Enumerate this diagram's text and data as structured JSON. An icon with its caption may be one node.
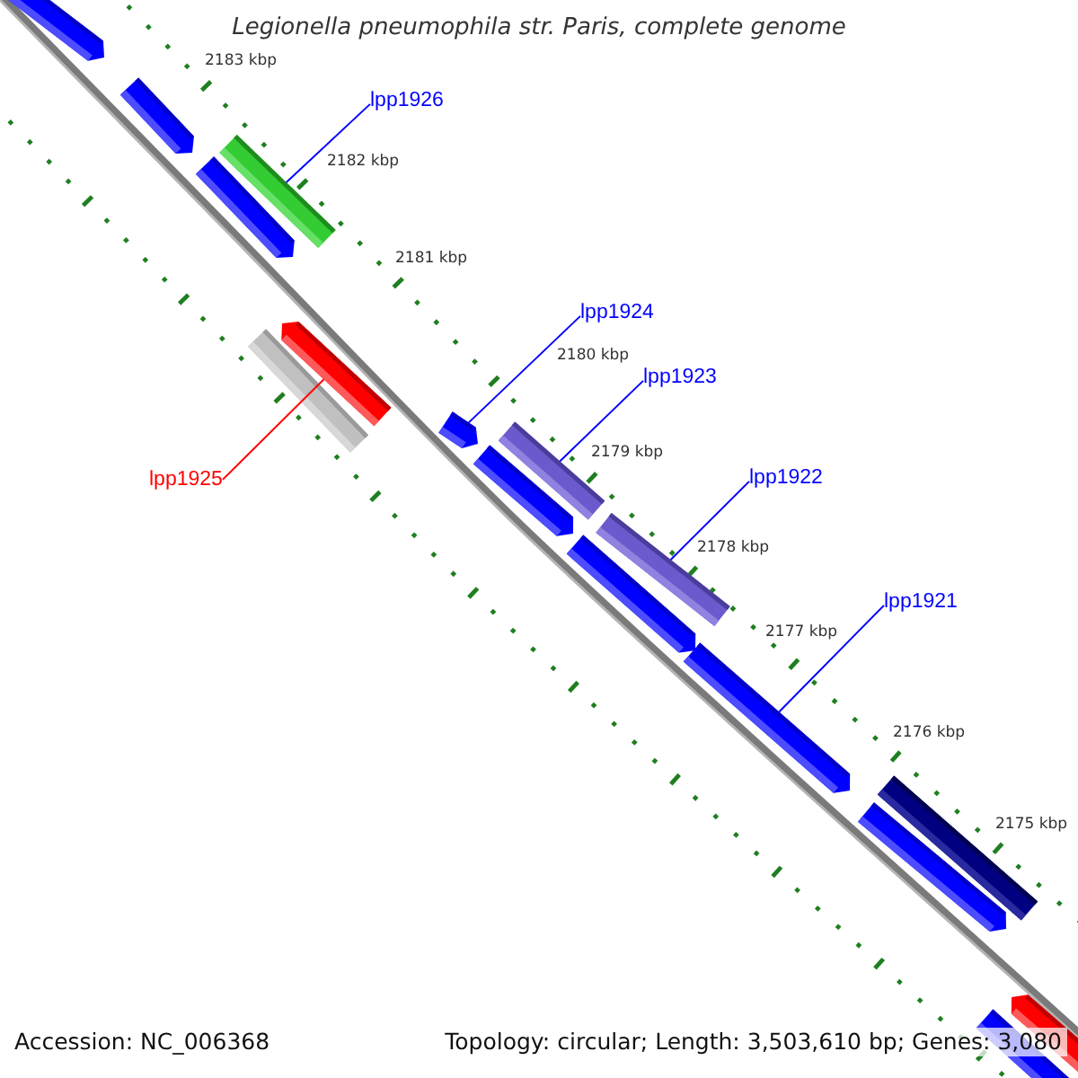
{
  "diagram": {
    "title": "Legionella pneumophila str. Paris, complete genome",
    "nodes": [
      {
        "text": [
          "lpp1926"
        ]
      },
      {
        "text": [],
        "shape": "bar"
      },
      {
        "text": [
          "lpp1925"
        ]
      },
      {
        "text": [],
        "shape": "bar"
      },
      {
        "text": [
          "lpp1924"
        ]
      },
      {
        "text": [],
        "shape": "bar"
      },
      {
        "text": [
          "lpp1923"
        ]
      },
      {
        "text": [],
        "shape": "bar"
      },
      {
        "text": [
          "lpp1922"
        ]
      },
      {
        "text": [],
        "shape": "bar"
      },
      {
        "text": [
          "lpp1921"
        ]
      },
      {
        "text": [],
        "shape": "bar"
      },
      {
        "text": [],
        "shape": "bar"
      },
      {
        "text": [],
        "shape": "bar"
      },
      {
        "text": [],
        "shape": "bar"
      },
      {
        "text": [],
        "shape": "bar"
      },
      {
        "text": [],
        "shape": "bar"
      },
      {
        "text": [],
        "shape": "bar"
      },
      {
        "text": [],
        "shape": "bar"
      },
      {
        "text": [],
        "shape": "bar"
      },
      {
        "text": [],
        "shape": "bar"
      },
      {
        "text": [],
        "shape": "bar"
      }
    ],
    "edges": [
      {
        "from": 0,
        "to": 1,
        "arrow": "none"
      },
      {
        "from": 2,
        "to": 3,
        "arrow": "none",
        "color": "#ff0000"
      },
      {
        "from": 4,
        "to": 5,
        "arrow": "none"
      },
      {
        "from": 6,
        "to": 7,
        "arrow": "none"
      },
      {
        "from": 8,
        "to": 9,
        "arrow": "none"
      },
      {
        "from": 10,
        "to": 11,
        "arrow": "none"
      }
    ],
    "labels": [
      "2183 kbp",
      "2182 kbp",
      "2181 kbp",
      "2180 kbp",
      "2179 kbp",
      "2178 kbp",
      "2177 kbp",
      "2176 kbp",
      "2175 kbp",
      "Accession: NC_006368",
      "Topology: circular; Length: 3,503,610 bp; Genes: 3,080"
    ]
  }
}
